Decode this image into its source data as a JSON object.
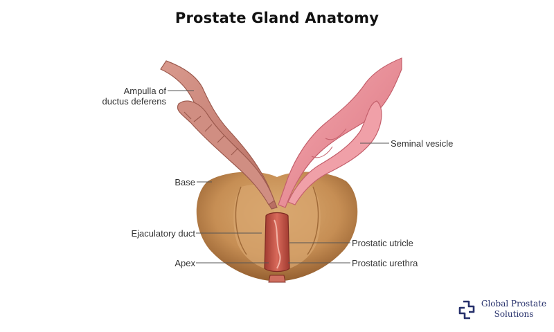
{
  "title": "Prostate Gland Anatomy",
  "labels": {
    "ampulla": "Ampulla of\nductus deferens",
    "base": "Base",
    "ejaculatory_duct": "Ejaculatory duct",
    "apex": "Apex",
    "seminal_vesicle": "Seminal vesicle",
    "prostatic_utricle": "Prostatic utricle",
    "prostatic_urethra": "Prostatic urethra"
  },
  "brand": {
    "line1": "Global Prostate",
    "line2": "Solutions",
    "icon": "cross-link-logo-icon"
  },
  "colors": {
    "prostate": "#c9955a",
    "vesicle": "#e98b93",
    "ductus": "#c98074",
    "urethra": "#b6483c",
    "brand": "#26306b"
  }
}
